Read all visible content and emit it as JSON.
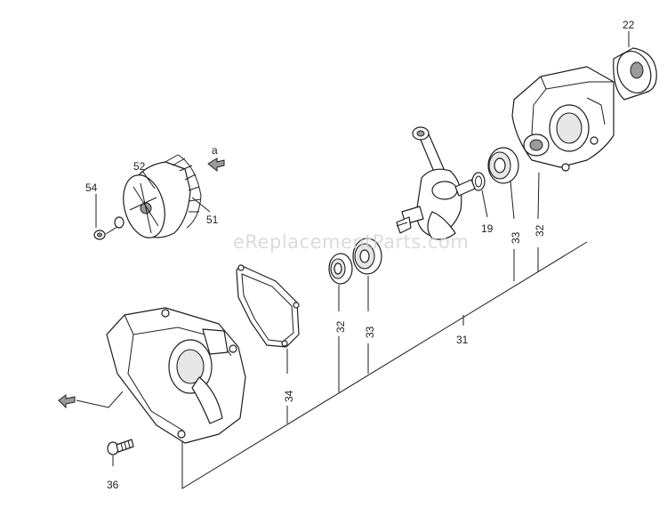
{
  "diagram": {
    "watermark": "eReplacementParts.com",
    "callouts": {
      "p22": "22",
      "p52": "52",
      "p54": "54",
      "p51": "51",
      "pa": "a",
      "p19": "19",
      "p33_right": "33",
      "p32_right": "32",
      "p32_left": "32",
      "p33_left": "33",
      "p31": "31",
      "p34": "34",
      "p36": "36"
    }
  }
}
